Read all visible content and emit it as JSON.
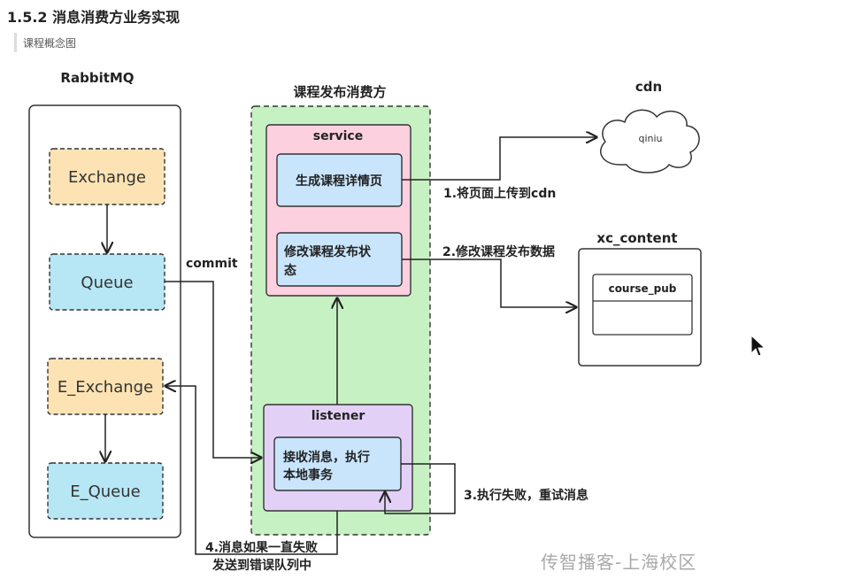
{
  "heading": "1.5.2 消息消费方业务实现",
  "subheading": "课程概念图",
  "watermark": "传智播客-上海校区",
  "colors": {
    "exchange_fill": "#fde3b4",
    "queue_fill": "#b7e6f5",
    "consumer_fill": "#c6f1c2",
    "service_fill": "#fdd0e0",
    "listener_fill": "#e3d0f7",
    "task_fill": "#c9e5fc"
  },
  "rabbitmq": {
    "title": "RabbitMQ",
    "exchange": "Exchange",
    "queue": "Queue",
    "e_exchange": "E_Exchange",
    "e_queue": "E_Queue"
  },
  "consumer": {
    "title": "课程发布消费方",
    "service": {
      "title": "service",
      "task1": "生成课程详情页",
      "task2_line1": "修改课程发布状",
      "task2_line2": "态"
    },
    "listener": {
      "title": "listener",
      "task_line1": "接收消息，执行",
      "task_line2": "本地事务"
    }
  },
  "cdn": {
    "title": "cdn",
    "cloud_label": "qiniu"
  },
  "xc_content": {
    "title": "xc_content",
    "table": "course_pub"
  },
  "edges": {
    "commit": "commit",
    "step1": "1.将页面上传到cdn",
    "step2": "2.修改课程发布数据",
    "step3": "3.执行失败，重试消息",
    "step4_line1": "4.消息如果一直失败",
    "step4_line2": "发送到错误队列中"
  }
}
